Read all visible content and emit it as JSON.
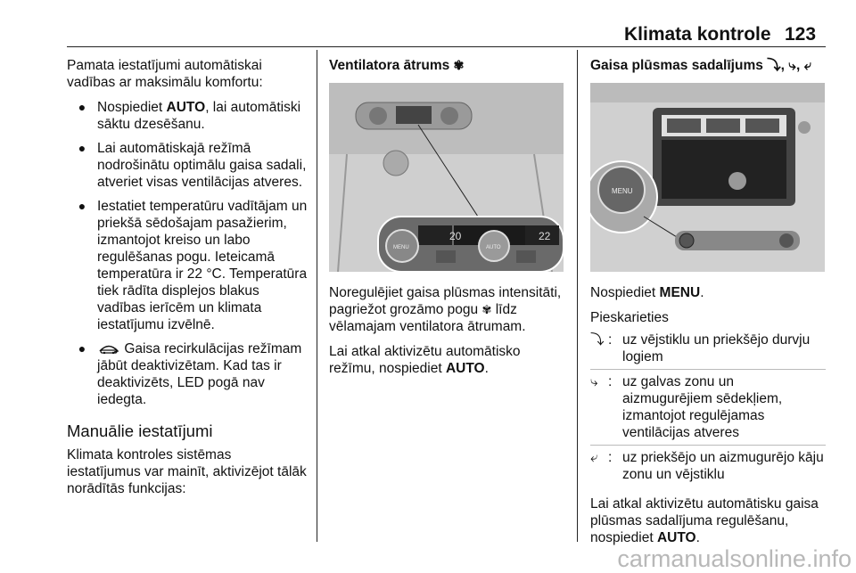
{
  "header": {
    "title": "Klimata kontrole",
    "page": "123"
  },
  "col1": {
    "intro": "Pamata iestatījumi automātiskai vadības ar maksimālu komfortu:",
    "bullets": [
      {
        "pre": "Nospiediet ",
        "bold": "AUTO",
        "post": ", lai automātiski sāktu dzesēšanu."
      },
      {
        "text": "Lai automātiskajā režīmā nodrošinātu optimālu gaisa sadali, atveriet visas ventilācijas atveres."
      },
      {
        "text": "Iestatiet temperatūru vadītājam un priekšā sēdošajam pasažierim, izmantojot kreiso un labo regulēšanas pogu. Ieteicamā temperatūra ir 22 °C. Temperatūra tiek rādīta displejos blakus vadības ierīcēm un klimata iestatījumu izvēlnē."
      },
      {
        "text": "Gaisa recirkulācijas režīmam jābūt deaktivizētam. Kad tas ir deaktivizēts, LED pogā nav iedegta."
      }
    ],
    "heading": "Manuālie iestatījumi",
    "outro": "Klimata kontroles sistēmas iestatījumus var mainīt, aktivizējot tālāk norādītās funkcijas:"
  },
  "col2": {
    "subheading": "Ventilatora ātrums",
    "fan_symbol": "fan-icon",
    "photo": {
      "left_temp": "20",
      "right_temp": "22",
      "menu_label": "MENU",
      "auto_label": "AUTO"
    },
    "para1": "Noregulējiet gaisa plūsmas intensitāti, pagriežot grozāmo pogu",
    "para1b": "līdz vēlamajam ventilatora ātrumam.",
    "para2_pre": "Lai atkal aktivizētu automātisko režīmu, nospiediet ",
    "para2_bold": "AUTO",
    "para2_post": "."
  },
  "col3": {
    "subheading": "Gaisa plūsmas sadalījums",
    "photo": {
      "menu_label": "MENU"
    },
    "press_pre": "Nospiediet ",
    "press_bold": "MENU",
    "press_post": ".",
    "tap": "Pieskarieties",
    "items": [
      {
        "icon": "airflow-windscreen-icon",
        "text": "uz vējstiklu un priekšējo durvju logiem"
      },
      {
        "icon": "airflow-head-icon",
        "text": "uz galvas zonu un aizmugurējiem sēdekļiem, izmantojot regulējamas ventilācijas atveres"
      },
      {
        "icon": "airflow-feet-icon",
        "text": "uz priekšējo un aizmugurējo kāju zonu un vējstiklu"
      }
    ],
    "outro_pre": "Lai atkal aktivizētu automātisku gaisa plūsmas sadalījuma regulēšanu, nospiediet ",
    "outro_bold": "AUTO",
    "outro_post": "."
  },
  "footer": {
    "watermark": "carmanualsonline.info"
  }
}
